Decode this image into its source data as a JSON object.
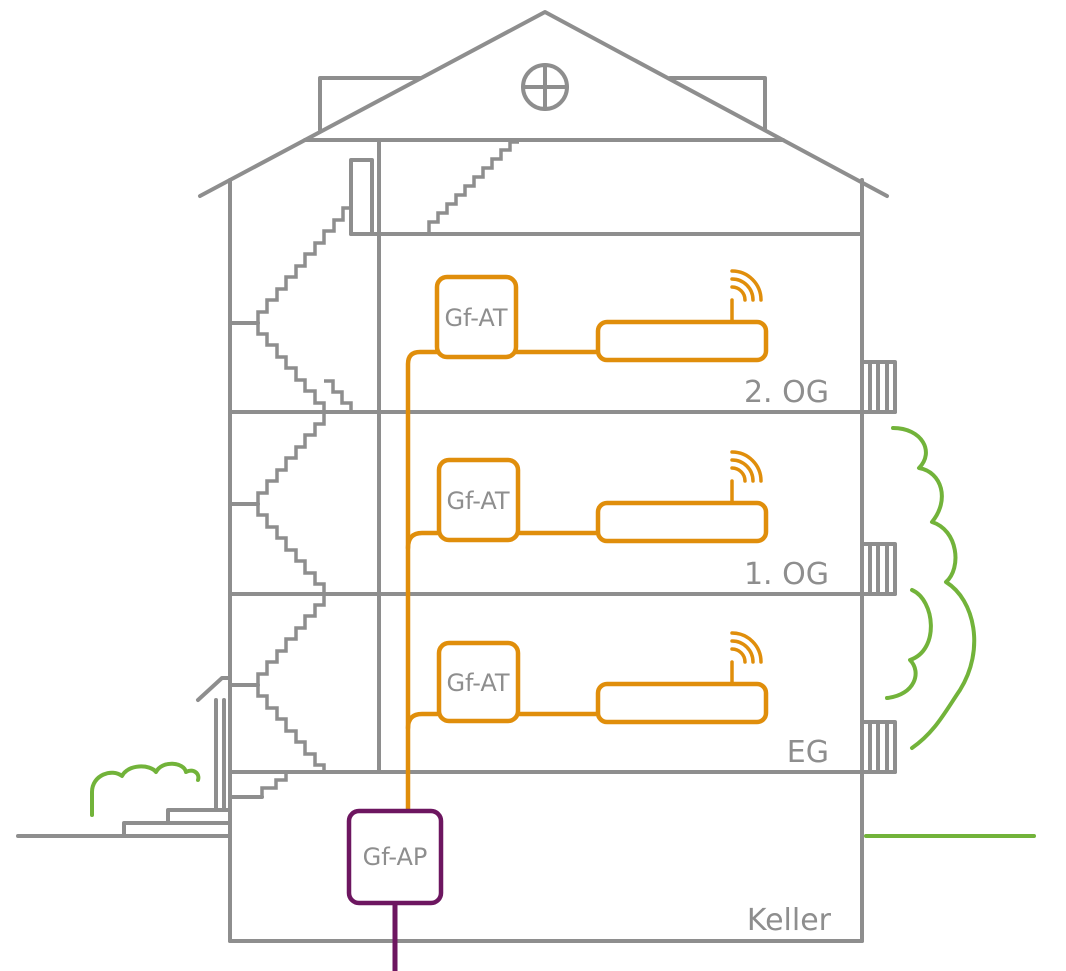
{
  "diagram": {
    "floors": [
      {
        "label": "2. OG",
        "device": "Gf-AT"
      },
      {
        "label": "1. OG",
        "device": "Gf-AT"
      },
      {
        "label": "EG",
        "device": "Gf-AT"
      }
    ],
    "basement": {
      "label": "Keller",
      "device": "Gf-AP"
    }
  },
  "colors": {
    "walls": "#8e8e8e",
    "fiber": "#e08e0b",
    "access_point": "#6d1660",
    "vegetation": "#72b33a"
  },
  "icons": [
    "wifi-signal-icon",
    "router-icon",
    "attic-window-icon"
  ]
}
